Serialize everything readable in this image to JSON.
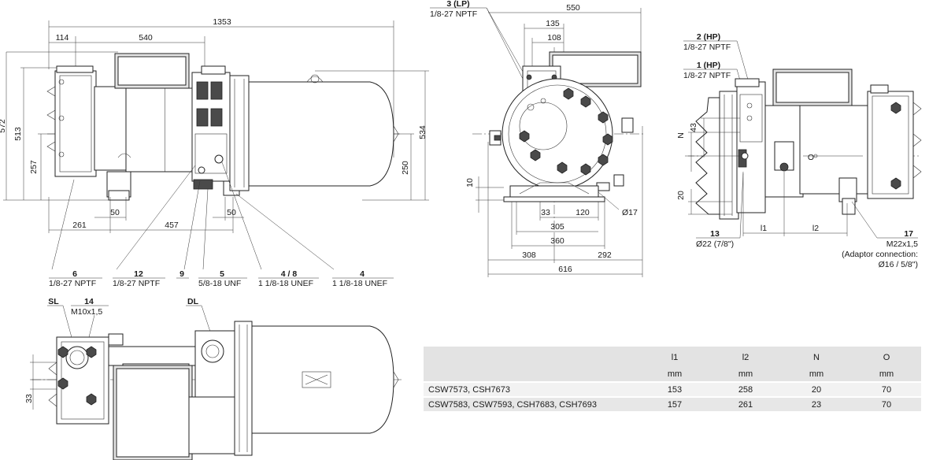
{
  "dims_side": {
    "d1353": "1353",
    "d114": "114",
    "d540": "540",
    "d572": "572",
    "d513": "513",
    "d257": "257",
    "d534": "534",
    "d250": "250",
    "d50a": "50",
    "d50b": "50",
    "d261": "261",
    "d457": "457"
  },
  "callouts_side": [
    {
      "num": "6",
      "spec": "1/8-27 NPTF"
    },
    {
      "num": "12",
      "spec": "1/8-27 NPTF"
    },
    {
      "num": "9",
      "spec": ""
    },
    {
      "num": "5",
      "spec": "5/8-18 UNF"
    },
    {
      "num": "4 / 8",
      "spec": "1 1/8-18 UNEF"
    },
    {
      "num": "4",
      "spec": "1 1/8-18 UNEF"
    }
  ],
  "front": {
    "lp_num": "3 (LP)",
    "lp_spec": "1/8-27 NPTF",
    "d550": "550",
    "d135": "135",
    "d108": "108",
    "d10": "10",
    "d33": "33",
    "d120": "120",
    "d17": "Ø17",
    "d305": "305",
    "d360": "360",
    "d308": "308",
    "d292": "292",
    "d616": "616"
  },
  "rear": {
    "hp2_num": "2 (HP)",
    "hp2_spec": "1/8-27 NPTF",
    "hp1_num": "1 (HP)",
    "hp1_spec": "1/8-27 NPTF",
    "n": "N",
    "d43": "43",
    "o": "O",
    "d20": "20",
    "c13_num": "13",
    "c13_spec": "Ø22 (7/8\")",
    "l1": "l1",
    "l2": "l2",
    "c17_num": "17",
    "c17_spec": "M22x1,5",
    "adaptor_1": "(Adaptor connection:",
    "adaptor_2": "Ø16 / 5/8\")"
  },
  "top": {
    "sl": "SL",
    "c14_num": "14",
    "c14_spec": "M10x1,5",
    "dl": "DL",
    "d33": "33"
  },
  "table": {
    "headers": [
      "",
      "l1",
      "l2",
      "N",
      "O"
    ],
    "units": [
      "",
      "mm",
      "mm",
      "mm",
      "mm"
    ],
    "rows": [
      [
        "CSW7573, CSH7673",
        "153",
        "258",
        "20",
        "70"
      ],
      [
        "CSW7583, CSW7593, CSH7683, CSH7693",
        "157",
        "261",
        "23",
        "70"
      ]
    ]
  }
}
